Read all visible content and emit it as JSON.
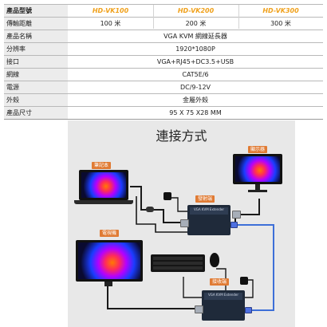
{
  "table": {
    "header": {
      "label": "產品型號",
      "models": [
        "HD-VK100",
        "HD-VK200",
        "HD-VK300"
      ]
    },
    "distance": {
      "label": "傳輸距離",
      "values": [
        "100 米",
        "200 米",
        "300 米"
      ]
    },
    "rows": [
      {
        "label": "產品名稱",
        "value": "VGA KVM 網線延長器"
      },
      {
        "label": "分辨率",
        "value": "1920*1080P"
      },
      {
        "label": "接口",
        "value": "VGA+RJ45+DC3.5+USB"
      },
      {
        "label": "網線",
        "value": "CAT5E/6"
      },
      {
        "label": "電源",
        "value": "DC/9-12V"
      },
      {
        "label": "外殼",
        "value": "金屬外殼"
      },
      {
        "label": "產品尺寸",
        "value": "95 X 75 X28 MM"
      }
    ]
  },
  "diagram": {
    "title": "連接方式",
    "tags": {
      "laptop": "筆記本",
      "display": "顯示器",
      "transmitter": "發射端",
      "tv": "電視機",
      "receiver": "接收端"
    },
    "device_text": [
      "VGA KVM Extender",
      "VGA KVM Extender"
    ],
    "colors": {
      "tag": "#e07b34",
      "background": "#e8e8e8",
      "network_cable": "#3d6fd8",
      "vga_cable": "#1a1a1a",
      "model_text": "#f0a11c"
    }
  }
}
